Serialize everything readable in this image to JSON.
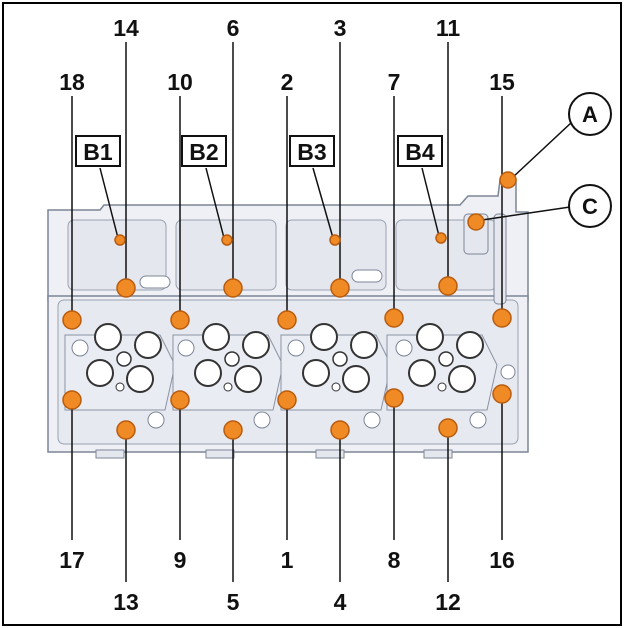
{
  "colors": {
    "bolt": "#f08a24",
    "bolt_edge": "#b85c0f",
    "head_fill": "#eef0f5",
    "head_stroke": "#7c8596",
    "text": "#111111",
    "frame": "#000000"
  },
  "bolt_numbers": {
    "b1": "1",
    "b2": "2",
    "b3": "3",
    "b4": "4",
    "b5": "5",
    "b6": "6",
    "b7": "7",
    "b8": "8",
    "b9": "9",
    "b10": "10",
    "b11": "11",
    "b12": "12",
    "b13": "13",
    "b14": "14",
    "b15": "15",
    "b16": "16",
    "b17": "17",
    "b18": "18"
  },
  "boxed_labels": {
    "B1": "B1",
    "B2": "B2",
    "B3": "B3",
    "B4": "B4"
  },
  "callouts": {
    "A": "A",
    "C": "C"
  },
  "icons": {
    "bolt": "bolt-head-icon",
    "valve": "valve-spring-icon"
  }
}
